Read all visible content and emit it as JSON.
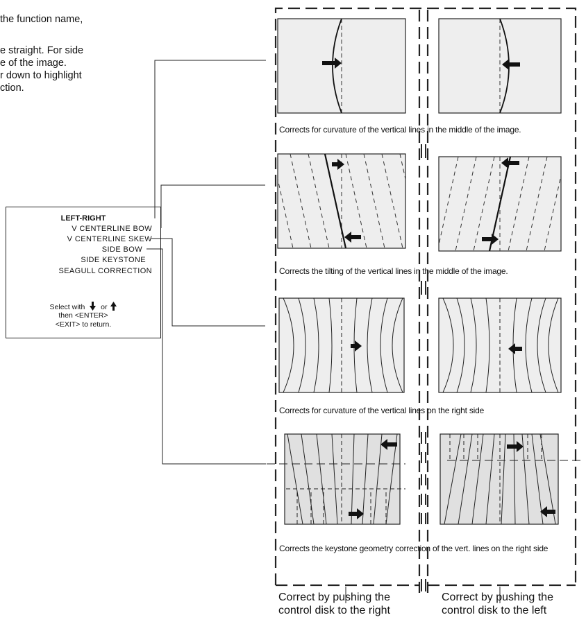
{
  "intro": {
    "line1": "the function name,",
    "line2": "e straight.  For side",
    "line3": "e of the image.",
    "line4": "r down to highlight",
    "line5": "ction."
  },
  "menu": {
    "title": "LEFT-RIGHT",
    "items": [
      "V CENTERLINE BOW",
      "V CENTERLINE SKEW",
      "SIDE BOW",
      "SIDE KEYSTONE",
      "SEAGULL CORRECTION"
    ],
    "footer_line1": "Select with",
    "footer_or": "or",
    "footer_line2": "then <ENTER>",
    "footer_line3": "<EXIT> to return."
  },
  "captions": [
    "Corrects for curvature of the vertical lines in the middle of the image.",
    "Corrects the tilting of the vertical lines in the middle of the image.",
    "Corrects for curvature of the vertical lines on the right side",
    "Corrects the keystone geometry correction of the vert. lines on the right side"
  ],
  "bottom_labels": {
    "right": "Correct by pushing the control disk to the right",
    "left": "Correct by pushing the control disk to the left"
  },
  "icons": {
    "down": "down-arrow-icon",
    "up": "up-arrow-icon"
  }
}
